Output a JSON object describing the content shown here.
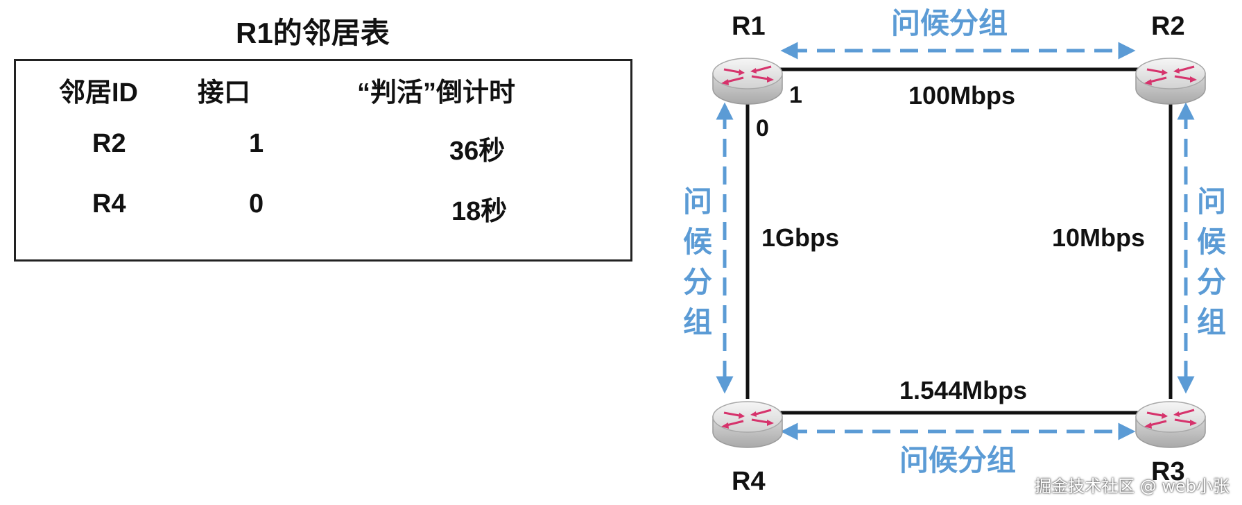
{
  "table": {
    "title": "R1的邻居表",
    "headers": [
      "邻居ID",
      "接口",
      "“判活”倒计时"
    ],
    "rows": [
      [
        "R2",
        "1",
        "36秒"
      ],
      [
        "R4",
        "0",
        "18秒"
      ]
    ]
  },
  "diagram": {
    "routers": {
      "r1": "R1",
      "r2": "R2",
      "r3": "R3",
      "r4": "R4"
    },
    "links": {
      "top": "100Mbps",
      "left": "1Gbps",
      "right": "10Mbps",
      "bottom": "1.544Mbps"
    },
    "interfaces": {
      "r1_right": "1",
      "r1_down": "0"
    },
    "hello_label": "问候分组",
    "hello_chars": [
      "问",
      "候",
      "分",
      "组"
    ]
  },
  "watermark": "掘金技术社区 @ web小张",
  "colors": {
    "hello_arrow": "#5b9bd5",
    "router_arrows": "#d6336c",
    "link": "#111111"
  }
}
